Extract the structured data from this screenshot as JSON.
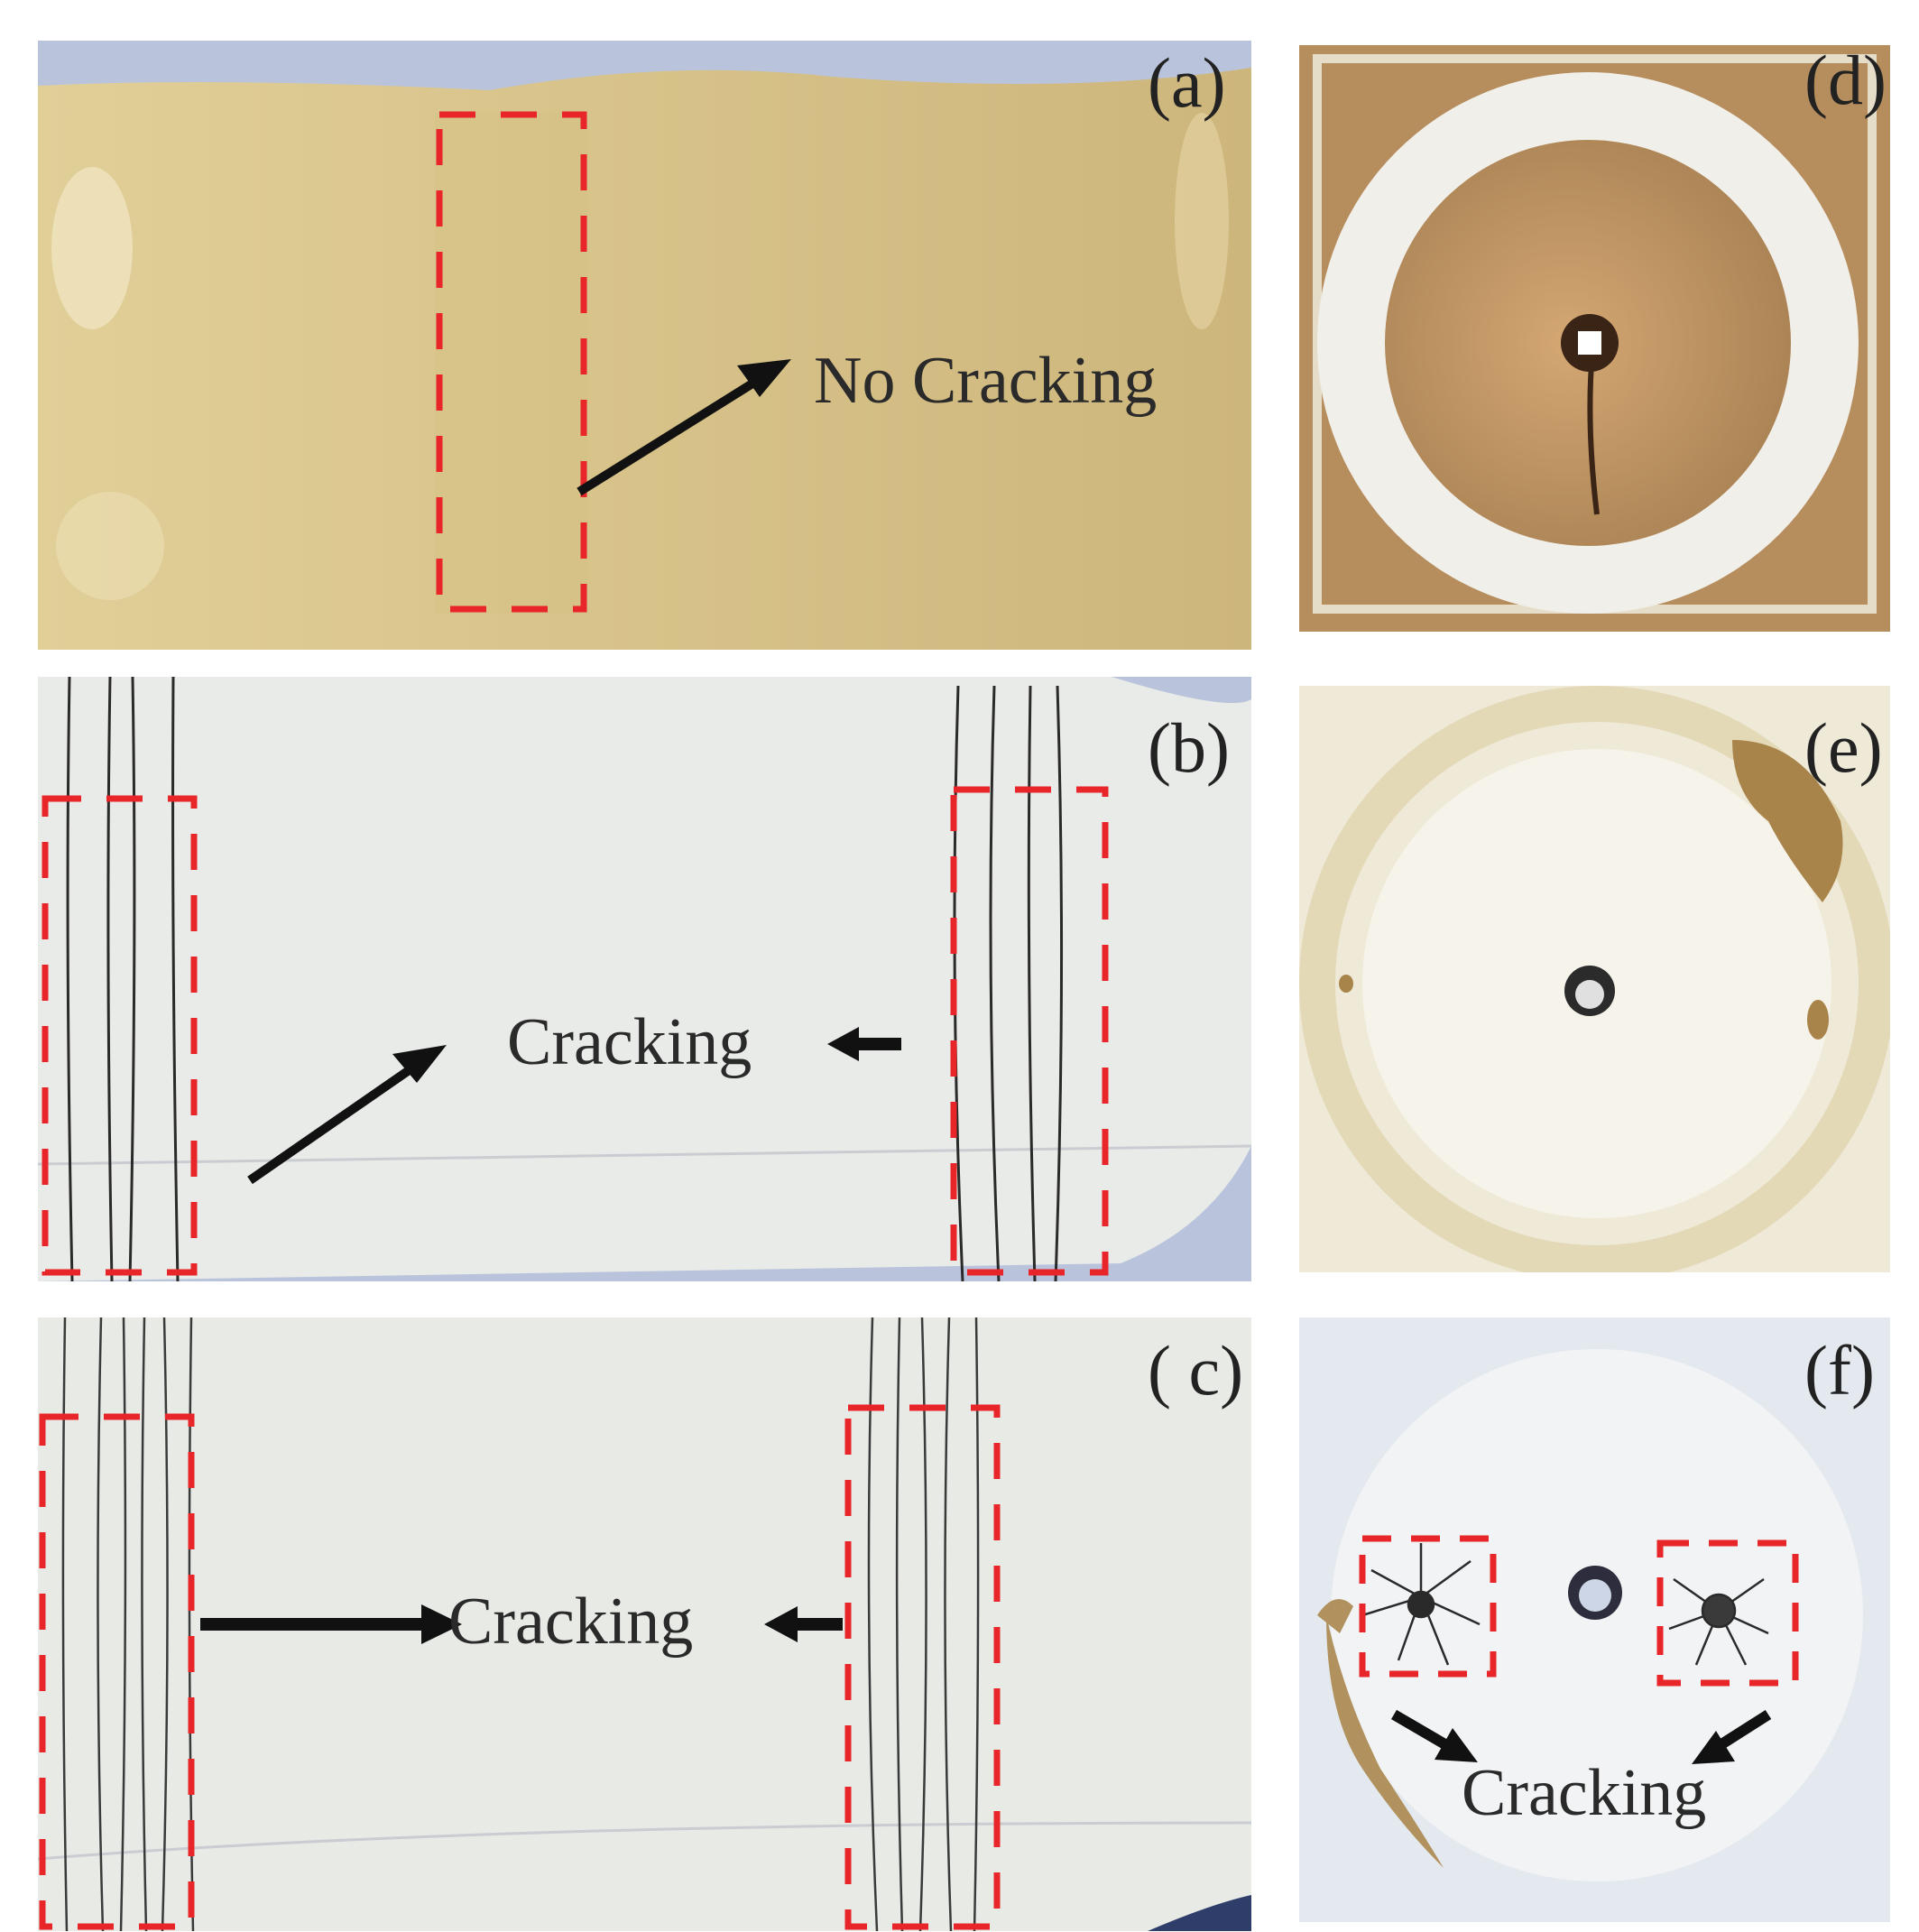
{
  "panels": {
    "a": {
      "label": "(a)",
      "annotation": "No Cracking"
    },
    "b": {
      "label": "(b)",
      "annotation": "Cracking"
    },
    "c": {
      "label": "( c)",
      "annotation": "Cracking"
    },
    "d": {
      "label": "(d)"
    },
    "e": {
      "label": "(e)"
    },
    "f": {
      "label": "(f)",
      "annotation": "Cracking"
    }
  },
  "colors": {
    "highlight_box": "#e8262a",
    "arrow": "#111111",
    "coating_yellow": "#d9c58c",
    "coating_white": "#e9ebe8",
    "background_blue": "#b9c4dc",
    "substrate_brown": "#b68d5d"
  }
}
